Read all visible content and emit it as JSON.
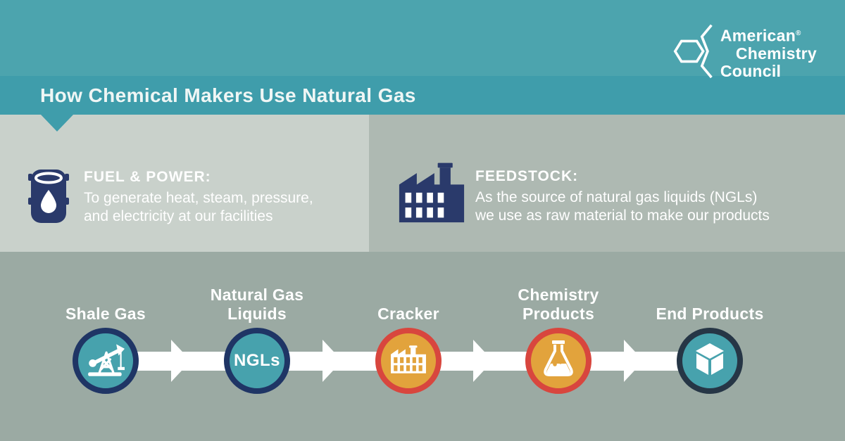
{
  "header": {
    "title": "How Chemical Makers Use Natural Gas",
    "logo": {
      "icon": "hexagon-molecule-icon",
      "word1": "American",
      "registered": "®",
      "word2": "Chemistry",
      "word3": "Council"
    }
  },
  "panels": {
    "fuel_power": {
      "icon": "oil-barrel-icon",
      "heading": "FUEL & POWER:",
      "line1": "To generate heat, steam, pressure,",
      "line2": "and electricity at our facilities"
    },
    "feedstock": {
      "icon": "factory-icon",
      "heading": "FEEDSTOCK:",
      "line1": "As the source of natural gas liquids (NGLs)",
      "line2": "we use as raw material to make our products"
    }
  },
  "flow": {
    "steps": [
      {
        "label1": "Shale Gas",
        "icon": "pumpjack-icon",
        "color_scheme": "teal"
      },
      {
        "label1": "Natural Gas",
        "label2": "Liquids",
        "badge": "NGLs",
        "color_scheme": "teal"
      },
      {
        "label1": "Cracker",
        "icon": "factory-icon",
        "color_scheme": "orange-red"
      },
      {
        "label1": "Chemistry",
        "label2": "Products",
        "icon": "flask-icon",
        "color_scheme": "orange-red"
      },
      {
        "label1": "End Products",
        "icon": "cube-icon",
        "color_scheme": "teal-dark"
      }
    ]
  },
  "colors": {
    "header_teal": "#4ca4ae",
    "title_band_teal": "#3f9dab",
    "panel_left_bg": "#c9d1cb",
    "panel_right_bg": "#aeb9b2",
    "flow_bg": "#9baaa3",
    "icon_navy": "#2a3a6b",
    "circle_ring_navy": "#1f3565",
    "circle_ring_red": "#d8463e",
    "circle_ring_dark": "#263646",
    "circle_fill_teal": "#47a2ad",
    "circle_fill_orange": "#e2a33c",
    "arrow_white": "#ffffff",
    "text_white": "#ffffff"
  }
}
